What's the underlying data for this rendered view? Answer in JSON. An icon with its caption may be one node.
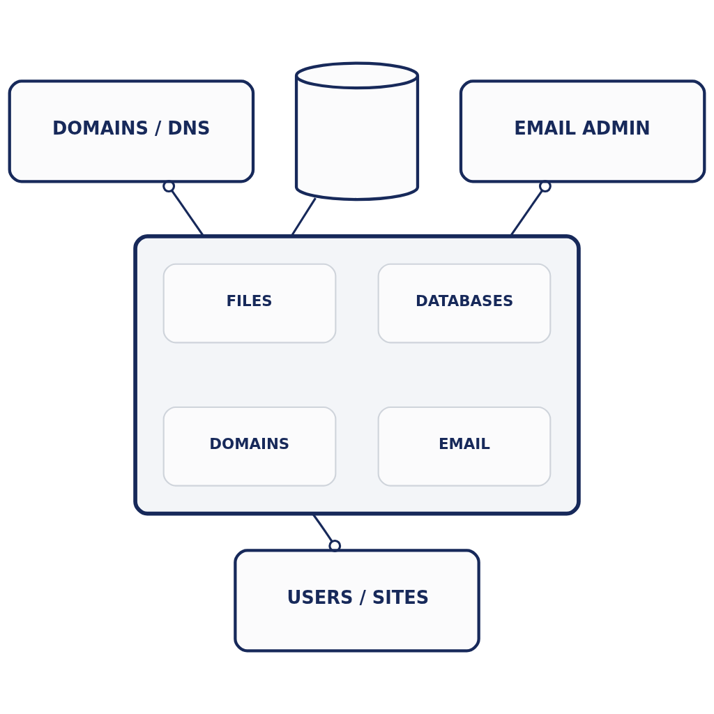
{
  "diagram": {
    "nodes": [
      {
        "text": [
          "DOMAINS / DNS"
        ]
      },
      {
        "text": [],
        "shape": "cylinder"
      },
      {
        "text": [
          "EMAIL ADMIN"
        ]
      },
      {
        "text": [],
        "shape": "box"
      },
      {
        "text": [
          "FILES"
        ],
        "in": 3
      },
      {
        "text": [
          "DATABASES"
        ],
        "in": 3
      },
      {
        "text": [
          "DOMAINS"
        ],
        "in": 3
      },
      {
        "text": [
          "EMAIL"
        ],
        "in": 3
      },
      {
        "text": [
          "USERS / SITES"
        ]
      }
    ],
    "edges": [
      {
        "from": 0,
        "to": 3,
        "arrow": "other"
      },
      {
        "from": 1,
        "to": 3,
        "arrow": "none"
      },
      {
        "from": 2,
        "to": 3,
        "arrow": "other"
      },
      {
        "from": 8,
        "to": 3,
        "arrow": "other"
      }
    ]
  }
}
